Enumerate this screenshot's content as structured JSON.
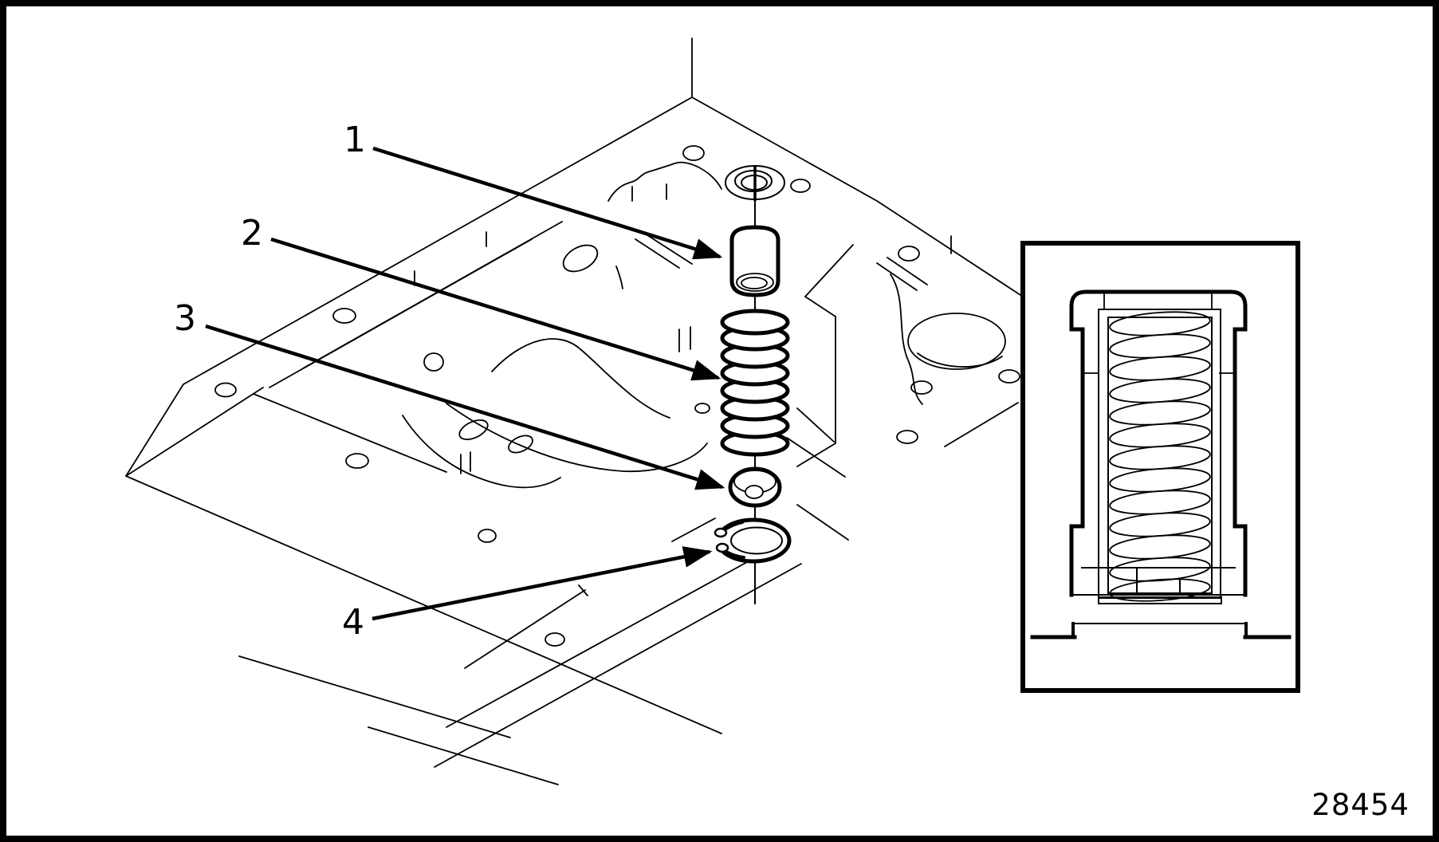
{
  "page": {
    "background_color": "#ffffff",
    "line_color": "#000000",
    "border_color": "#000000"
  },
  "figure": {
    "number": "28454"
  },
  "callouts": [
    {
      "label": "1"
    },
    {
      "label": "2"
    },
    {
      "label": "3"
    },
    {
      "label": "4"
    }
  ]
}
